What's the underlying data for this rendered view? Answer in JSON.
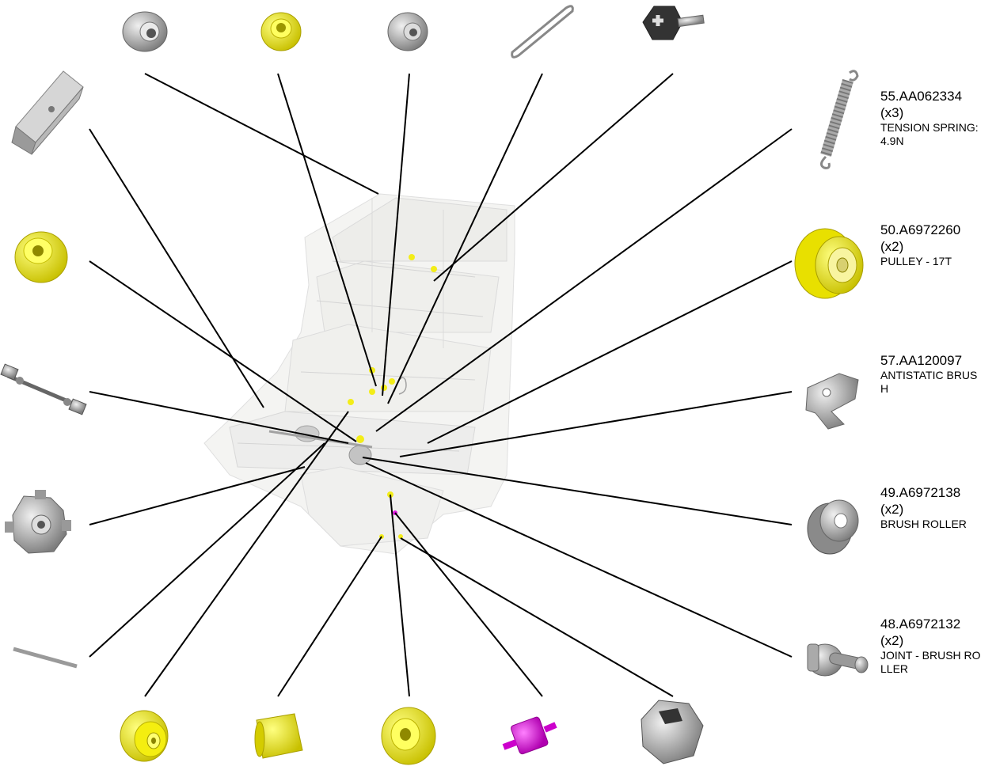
{
  "labels": [
    {
      "part_number": "55.AA062334",
      "qty": "(x3)",
      "desc_lines": [
        "TENSION SPRING:",
        "4.9N"
      ]
    },
    {
      "part_number": "50.A6972260",
      "qty": "(x2)",
      "desc_lines": [
        "PULLEY - 17T"
      ]
    },
    {
      "part_number": "57.AA120097",
      "qty": "",
      "desc_lines": [
        "ANTISTATIC BRUS",
        "H"
      ]
    },
    {
      "part_number": "49.A6972138",
      "qty": "(x2)",
      "desc_lines": [
        "BRUSH ROLLER"
      ]
    },
    {
      "part_number": "48.A6972132",
      "qty": "(x2)",
      "desc_lines": [
        "JOINT - BRUSH RO",
        "LLER"
      ]
    }
  ],
  "colors": {
    "yellow_part": "#f2ec00",
    "gray_part": "#9a9a9a",
    "magenta_part": "#e000e0",
    "leader_line": "#000000",
    "assembly_ghost": "#e8e8e8"
  },
  "parts": [
    "bushing-gray-top-1",
    "bushing-yellow-top",
    "bushing-gray-top-2",
    "belt-loop",
    "screw",
    "square-block",
    "bushing-yellow-left",
    "shaft",
    "gear-gray",
    "pin",
    "pulley-yellow-bottom",
    "collar-yellow",
    "roller-yellow",
    "gear-magenta",
    "hex-nut",
    "tension-spring",
    "pulley-17t",
    "antistatic-brush",
    "brush-roller",
    "joint-brush-roller"
  ]
}
